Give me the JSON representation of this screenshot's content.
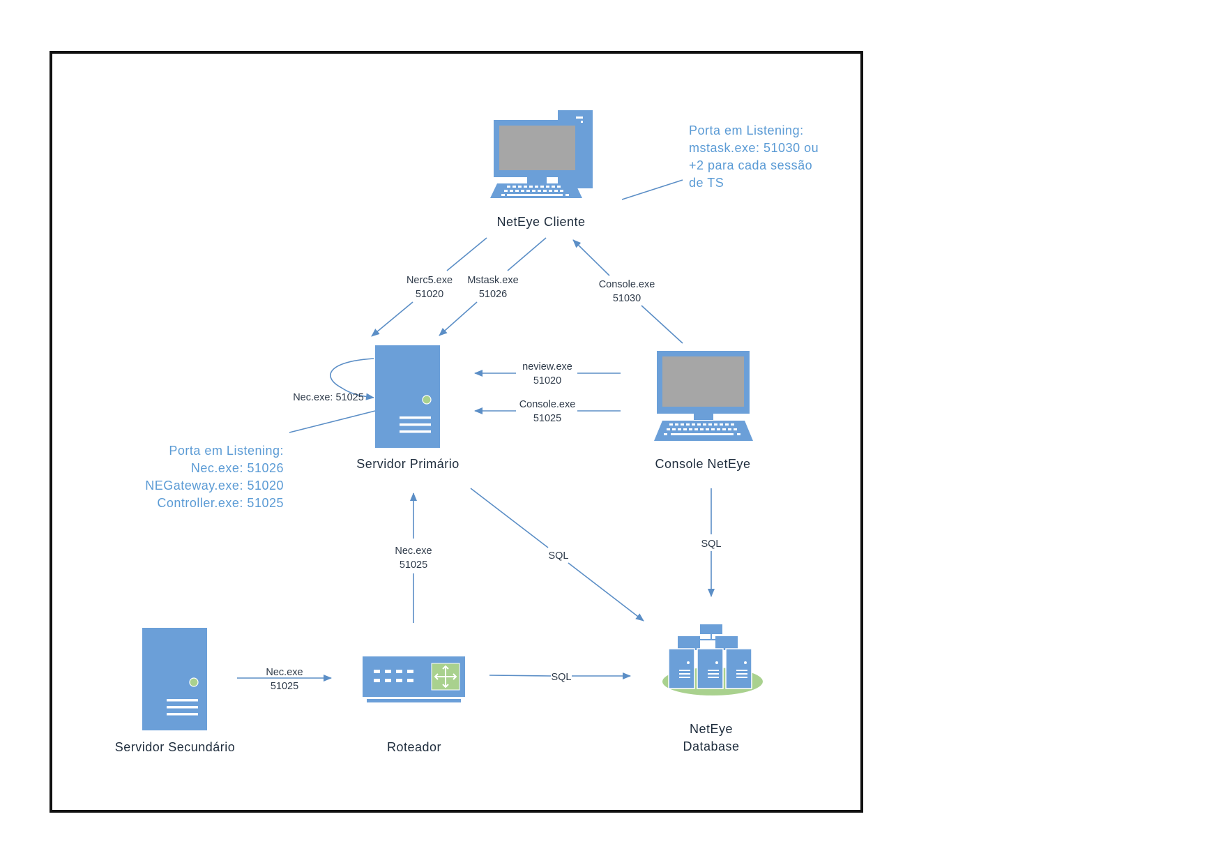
{
  "nodes": {
    "client": {
      "label": "NetEye Cliente"
    },
    "primary": {
      "label": "Servidor Primário"
    },
    "console": {
      "label": "Console NetEye"
    },
    "secondary": {
      "label": "Servidor Secundário"
    },
    "router": {
      "label": "Roteador"
    },
    "database": {
      "label_line1": "NetEye",
      "label_line2": "Database"
    }
  },
  "edges": {
    "nerc5": {
      "line1": "Nerc5.exe",
      "line2": "51020"
    },
    "mstask": {
      "line1": "Mstask.exe",
      "line2": "51026"
    },
    "console_client": {
      "line1": "Console.exe",
      "line2": "51030"
    },
    "nec_self": {
      "line1": "Nec.exe: 51025"
    },
    "neview": {
      "line1": "neview.exe",
      "line2": "51020"
    },
    "console_primary": {
      "line1": "Console.exe",
      "line2": "51025"
    },
    "nec_router": {
      "line1": "Nec.exe",
      "line2": "51025"
    },
    "sql_primary_db": {
      "line1": "SQL"
    },
    "sql_console_db": {
      "line1": "SQL"
    },
    "sec_router": {
      "line1": "Nec.exe",
      "line2": "51025"
    },
    "router_db": {
      "line1": "SQL"
    }
  },
  "notes": {
    "client": {
      "lines": [
        "Porta em Listening:",
        "mstask.exe: 51030 ou",
        "+2 para cada sessão",
        "de TS"
      ]
    },
    "primary": {
      "lines": [
        "Porta em Listening:",
        "Nec.exe: 51026",
        "NEGateway.exe: 51020",
        "Controller.exe: 51025"
      ]
    }
  },
  "colors": {
    "icon": "#6b9fd8",
    "wire": "#5b8ec6",
    "note": "#5b9bd5",
    "screen": "#a6a6a6",
    "router_accent": "#a9d18e",
    "db_base": "#a9d18e"
  }
}
